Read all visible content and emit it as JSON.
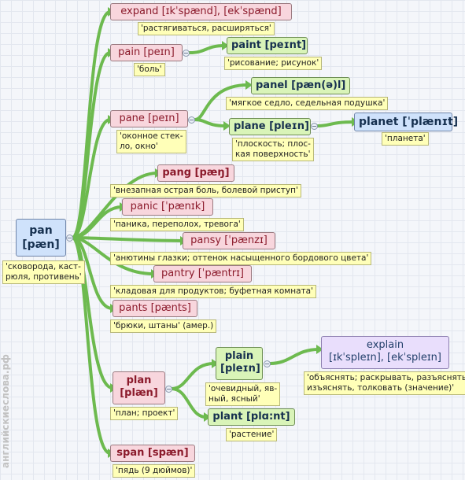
{
  "watermark": "английскиеслова.рф",
  "nodes": {
    "pan": {
      "word": "pan",
      "ipa": "[pæn]",
      "tr": "'сковорода, каст-",
      "tr2": "рюля, противень'"
    },
    "expand": {
      "text": "expand [ɪkˈspænd], [ekˈspænd]",
      "tr": "'растягиваться, расширяться'"
    },
    "pain": {
      "text": "pain [peɪn]",
      "tr": "'боль'"
    },
    "paint": {
      "text": "paint [peɪnt]",
      "tr": "'рисование; рисунок'"
    },
    "pane": {
      "text": "pane [peɪn]",
      "tr": "'оконное стек-",
      "tr2": "ло, окно'"
    },
    "panel": {
      "text": "panel [pæn(ə)l]",
      "tr": "'мягкое седло, седельная подушка'"
    },
    "plane": {
      "text": "plane [pleɪn]",
      "tr": "'плоскость; плос-",
      "tr2": "кая поверхность'"
    },
    "planet": {
      "text": "planet [ˈplænɪt]",
      "tr": "'планета'"
    },
    "pang": {
      "text": "pang [pæŋ]",
      "tr": "'внезапная острая боль, болевой приступ'"
    },
    "panic": {
      "text": "panic [ˈpænɪk]",
      "tr": "'паника, переполох, тревога'"
    },
    "pansy": {
      "text": "pansy [ˈpænzɪ]",
      "tr": "'анютины глазки; оттенок насыщенного бордового цвета'"
    },
    "pantry": {
      "text": "pantry [ˈpæntrɪ]",
      "tr": "'кладовая для продуктов; буфетная комната'"
    },
    "pants": {
      "text": "pants [pænts]",
      "tr": "'брюки, штаны' (амер.)"
    },
    "plan": {
      "text": "plan",
      "ipa": "[plæn]",
      "tr": "'план; проект'"
    },
    "plain": {
      "text": "plain",
      "ipa": "[pleɪn]",
      "tr": "'очевидный, яв-",
      "tr2": "ный, ясный'"
    },
    "explain": {
      "text": "explain",
      "ipa": "[ɪkˈspleɪn], [ekˈspleɪn]",
      "tr": "'объяснять; раскрывать, разъяснять;",
      "tr2": "изъяснять, толковать (значение)'"
    },
    "plant": {
      "text": "plant [plɑ:nt]",
      "tr": "'растение'"
    },
    "span": {
      "text": "span [spæn]",
      "tr": "'пядь (9 дюймов)'"
    }
  },
  "colors": {
    "link": "#6dba4f",
    "pink": "#f8d6dd",
    "green": "#d9f4b8",
    "blue": "#cfe2fb",
    "purple": "#e9defc",
    "tag": "#ffffb8"
  }
}
